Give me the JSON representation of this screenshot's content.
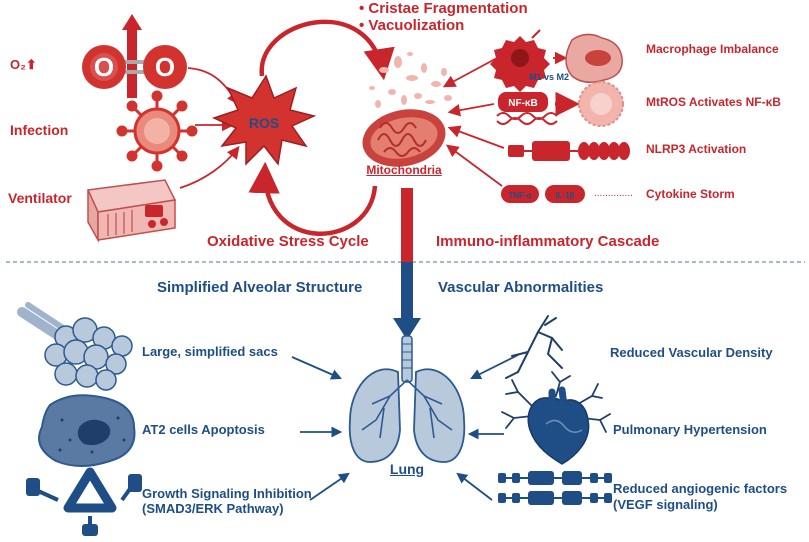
{
  "top": {
    "bullets": [
      "Cristae Fragmentation",
      "Vacuolization"
    ],
    "inputs": {
      "o2": "O₂",
      "o2_arrow": "⬆",
      "infection": "Infection",
      "ventilator": "Ventilator"
    },
    "ros": "ROS",
    "o2_molecule_letter": "O",
    "mitochondria": "Mitochondria",
    "right_items": [
      "Macrophage  Imbalance",
      "MtROS Activates NF-κB",
      "NLRP3  Activation",
      "Cytokine Storm"
    ],
    "m1m2": "M1 vs M2",
    "nfkb": "NF-κB",
    "tnf": "TNF-α",
    "il1b": "IL-1β",
    "dots": "..............",
    "left_caption": "Oxidative Stress Cycle",
    "right_caption": "Immuno-inflammatory Cascade"
  },
  "bottom": {
    "left_title": "Simplified Alveolar Structure",
    "right_title": "Vascular Abnormalities",
    "left_items": [
      "Large, simplified sacs",
      "AT2 cells Apoptosis",
      "Growth Signaling Inhibition",
      "(SMAD3/ERK Pathway)"
    ],
    "right_items": [
      "Reduced Vascular Density",
      "Pulmonary Hypertension",
      "Reduced angiogenic factors",
      "(VEGF signaling)"
    ],
    "lung": "Lung"
  },
  "colors": {
    "red": "#c8262c",
    "blue": "#1f4e86",
    "divider": "#6f8fb8"
  }
}
